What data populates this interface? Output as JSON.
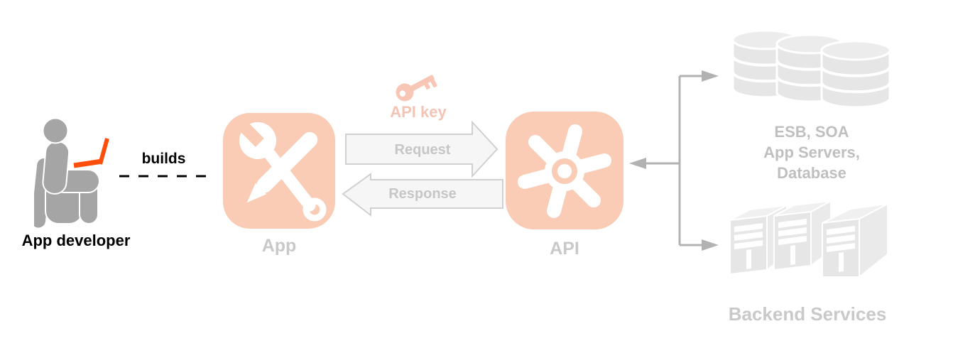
{
  "developer": {
    "label": "App developer",
    "builds_label": "builds",
    "icon": "person-at-laptop-icon"
  },
  "app": {
    "label": "App",
    "icon": "wrench-and-pencil-icon"
  },
  "api_key": {
    "label": "API key",
    "icon": "key-icon"
  },
  "flow": {
    "request_label": "Request",
    "response_label": "Response"
  },
  "api": {
    "label": "API",
    "icon": "gear-icon"
  },
  "backend": {
    "esb_lines": [
      "ESB, SOA",
      "App Servers,",
      "Database"
    ],
    "services_label": "Backend Services",
    "database_icon": "database-stack-icon",
    "servers_icon": "server-towers-icon"
  },
  "palette": {
    "accent_orange": "#FF4E0B",
    "salmon_card": "#FACCB6",
    "salmon_text": "#F5C3B4",
    "person_gray": "#A5A5A5",
    "faded_label_gray": "#C9C9C9",
    "esb_text_gray": "#BFBFBF",
    "arrow_fill": "#F6F6F6",
    "arrow_border": "#D0D0D0",
    "arrow_text_gray": "#C6C6C6",
    "connector_gray": "#B2B2B2",
    "backend_icon_gray": "#E6E6E6",
    "black": "#000000"
  }
}
